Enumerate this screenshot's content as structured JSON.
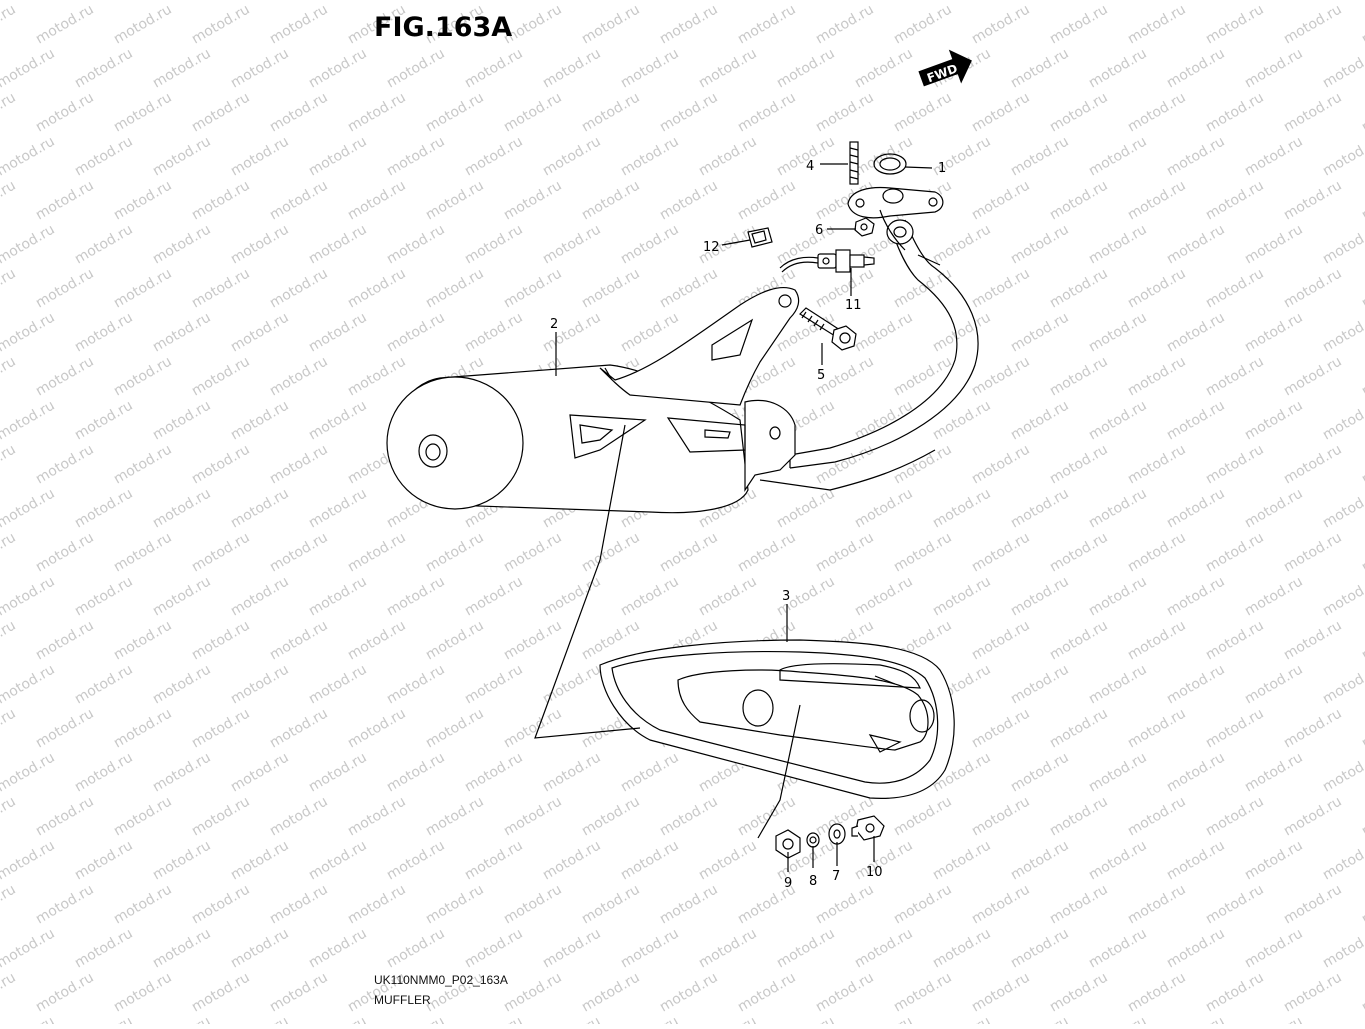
{
  "figure_title": "FIG.163A",
  "drawing_code": "UK110NMM0_P02_163A",
  "drawing_name": "MUFFLER",
  "watermark_text": "motod.ru",
  "fwd_label": "FWD",
  "callouts": [
    "1",
    "2",
    "3",
    "4",
    "5",
    "6",
    "7",
    "8",
    "9",
    "10",
    "11",
    "12"
  ]
}
